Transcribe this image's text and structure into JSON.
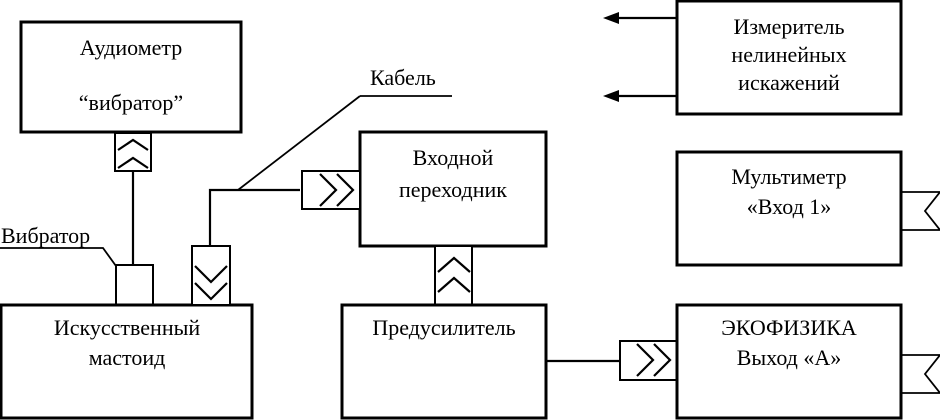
{
  "blocks": {
    "audiometer": {
      "line1": "Аудиометр",
      "line2": "“вибратор”"
    },
    "meter": {
      "line1": "Измеритель",
      "line2": "нелинейных",
      "line3": "искажений"
    },
    "adapter": {
      "line1": "Входной",
      "line2": "переходник"
    },
    "multimeter": {
      "line1": "Мультиметр",
      "line2": "«Вход 1»"
    },
    "mastoid": {
      "line1": "Искусственный",
      "line2": "мастоид"
    },
    "preamp": {
      "line1": "Предусилитель"
    },
    "ecophysics": {
      "line1": "ЭКОФИЗИКА",
      "line2": "Выход «А»"
    }
  },
  "labels": {
    "cable": "Кабель",
    "vibrator": "Вибратор"
  }
}
